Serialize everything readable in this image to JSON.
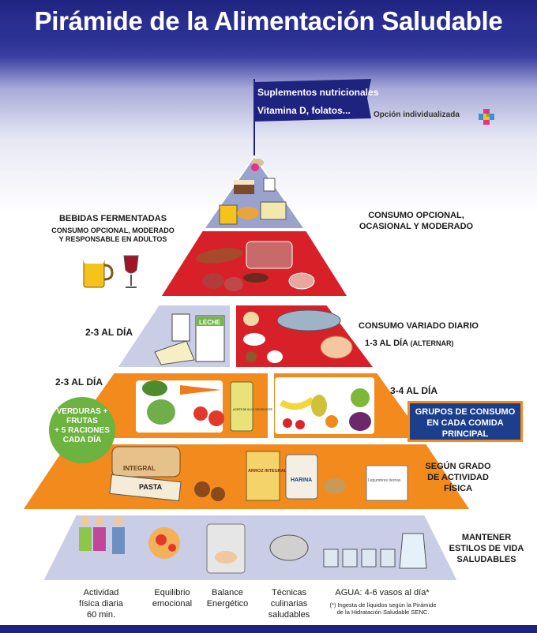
{
  "title": "Pirámide de la Alimentación Saludable",
  "flag": {
    "line1": "Suplementos nutricionales",
    "line2": "Vitamina D, folatos..."
  },
  "individual_option": "Opción individualizada",
  "fermented": {
    "title": "BEBIDAS FERMENTADAS",
    "line1": "CONSUMO OPCIONAL, MODERADO",
    "line2": "Y RESPONSABLE EN ADULTOS"
  },
  "optional_consumption": {
    "line1": "CONSUMO OPCIONAL,",
    "line2": "OCASIONAL Y MODERADO"
  },
  "dairy_freq": "2-3  AL DÍA",
  "varied": {
    "line1": "CONSUMO VARIADO DIARIO",
    "line2": "1-3  AL DÍA",
    "line2_note": "(ALTERNAR)"
  },
  "veg_freq": "2-3  AL DÍA",
  "fruit_freq": "3-4  AL DÍA",
  "veg_badge": {
    "line1": "VERDURAS +",
    "line2": "FRUTAS",
    "line3": "+ 5 RACIONES",
    "line4": "CADA DÍA"
  },
  "main_groups": {
    "line1": "GRUPOS DE CONSUMO",
    "line2": "EN CADA COMIDA",
    "line3": "PRINCIPAL"
  },
  "activity_level": {
    "line1": "SEGÚN GRADO",
    "line2": "DE ACTIVIDAD",
    "line3": "FÍSICA"
  },
  "lifestyles": {
    "line1": "MANTENER",
    "line2": "ESTILOS DE VIDA",
    "line3": "SALUDABLES"
  },
  "base_labels": {
    "activity": [
      "Actividad",
      "física diaria",
      "60 min."
    ],
    "emotional": [
      "Equilibrio",
      "emocional"
    ],
    "energy": [
      "Balance",
      "Energético"
    ],
    "cooking": [
      "Técnicas",
      "culinarias",
      "saludables"
    ],
    "water": "AGUA: 4-6 vasos al día*",
    "water_note_1": "(*) Ingesta de líquidos según la Pirámide",
    "water_note_2": "de la Hidratación Saludable SENC."
  },
  "package_labels": {
    "milk": "LECHE",
    "oil": "ACEITE DE OLIVA VIRGEN EXTRA",
    "bread": "INTEGRAL",
    "pasta": "PASTA",
    "rice": "ARROZ INTEGRAL",
    "flour": "HARINA",
    "legumes": "Legumbres tiernas"
  },
  "colors": {
    "navy": "#1f2380",
    "top_tier": "#9aa3cd",
    "red_tier": "#d72027",
    "dairy_tier": "#c9cde6",
    "protein_tier": "#d72027",
    "veg_tier": "#f28a1e",
    "grain_tier": "#f28a1e",
    "base_tier": "#c9cde6",
    "badge_green": "#6db33f",
    "box_blue": "#1c3f8d"
  }
}
